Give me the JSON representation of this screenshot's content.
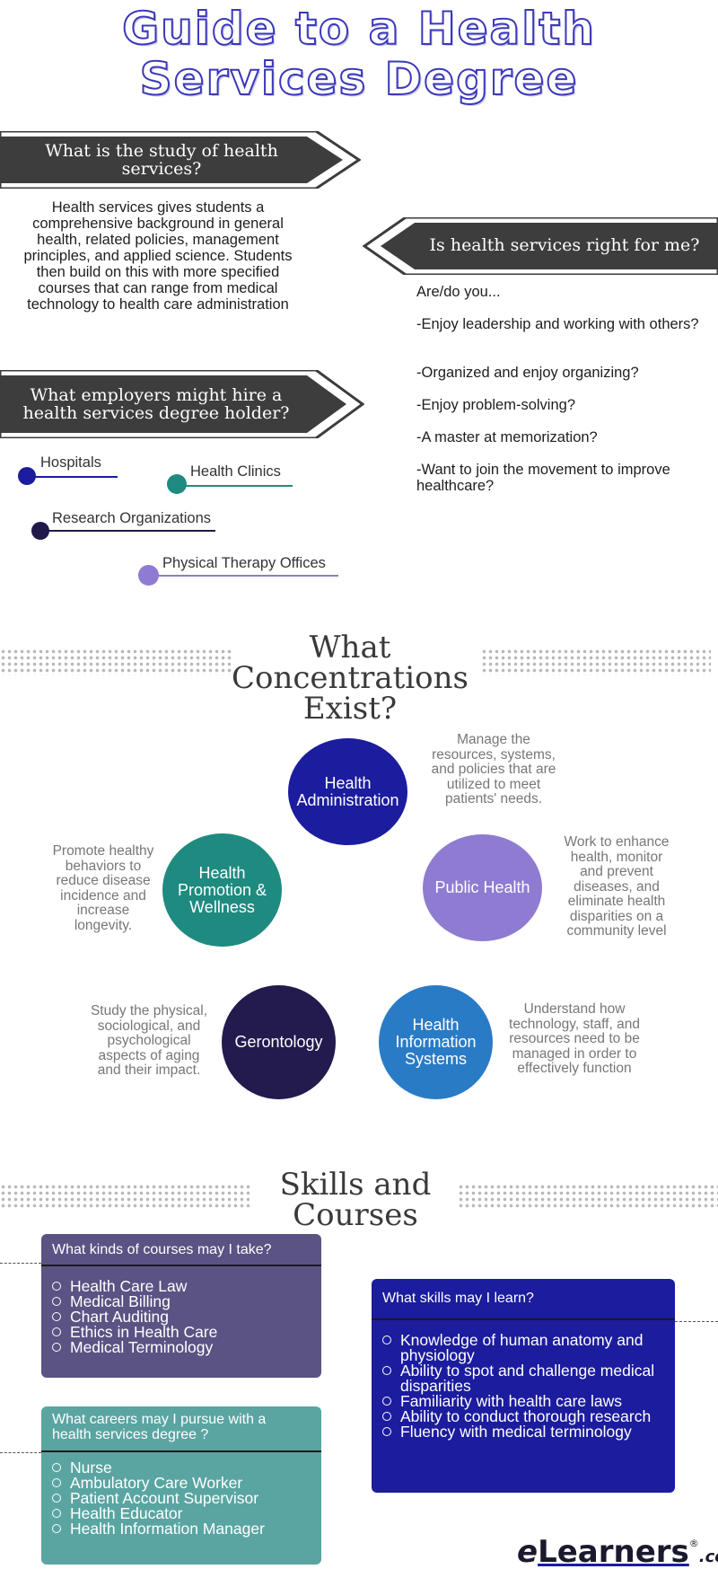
{
  "title": {
    "line1": "Guide to a Health",
    "line2": "Services Degree"
  },
  "study": {
    "banner_line1": "What is the study of health",
    "banner_line2": "services?",
    "para_lines": [
      "Health services gives students a",
      "comprehensive background in general",
      "health, related policies, management",
      "principles, and applied science. Students",
      "then build on this with more specified",
      "courses that can range from medical",
      "technology to health care administration"
    ]
  },
  "right_for_me": {
    "banner": "Is health services right for me?",
    "items": [
      "Are/do you...",
      "-Enjoy leadership and working with others?",
      "-Organized and enjoy organizing?",
      "-Enjoy problem-solving?",
      "-A master at memorization?",
      "-Want to join the movement to improve healthcare?"
    ]
  },
  "employers": {
    "banner_line1": "What employers might hire a",
    "banner_line2": "health services degree holder?",
    "items": [
      {
        "label": "Hospitals",
        "color": "#1c1c9e"
      },
      {
        "label": "Health Clinics",
        "color": "#1f8a80"
      },
      {
        "label": "Research Organizations",
        "color": "#1f1a4a"
      },
      {
        "label": "Physical Therapy Offices",
        "color": "#8f7bd1"
      }
    ]
  },
  "concentrations": {
    "heading_lines": [
      "What",
      "Concentrations",
      "Exist?"
    ],
    "items": [
      {
        "name_lines": [
          "Health",
          "Administration"
        ],
        "color": "#1c1c9e",
        "desc_lines": [
          "Manage the",
          "resources, systems,",
          "and policies that are",
          "utilized to meet",
          "patients' needs."
        ]
      },
      {
        "name_lines": [
          "Public Health"
        ],
        "color": "#8f7bd1",
        "desc_lines": [
          "Work to enhance",
          "health, monitor",
          "and prevent",
          "diseases, and",
          "eliminate health",
          "disparities on a",
          "community level"
        ]
      },
      {
        "name_lines": [
          "Health",
          "Promotion &",
          "Wellness"
        ],
        "color": "#1f8a80",
        "desc_lines": [
          "Promote healthy",
          "behaviors to",
          "reduce disease",
          "incidence and",
          "increase",
          "longevity."
        ]
      },
      {
        "name_lines": [
          "Gerontology"
        ],
        "color": "#231a4e",
        "desc_lines": [
          "Study the physical,",
          "sociological, and",
          "psychological",
          "aspects of aging",
          "and their impact."
        ]
      },
      {
        "name_lines": [
          "Health",
          "Information",
          "Systems"
        ],
        "color": "#2a7bc6",
        "desc_lines": [
          "Understand how",
          "technology, staff, and",
          "resources need to be",
          "managed in order to",
          "effectively function"
        ]
      }
    ]
  },
  "skills": {
    "heading_lines": [
      "Skills and",
      "Courses"
    ],
    "courses": {
      "title": "What kinds of courses may I take?",
      "color": "#5b5383",
      "items": [
        "Health Care Law",
        "Medical Billing",
        "Chart Auditing",
        "Ethics in Health Care",
        "Medical Terminology"
      ]
    },
    "careers": {
      "title_lines": [
        "What careers may I pursue with a",
        "health services degree ?"
      ],
      "color": "#5aa5a2",
      "items": [
        "Nurse",
        "Ambulatory Care Worker",
        "Patient Account Supervisor",
        "Health Educator",
        "Health Information Manager"
      ]
    },
    "learn": {
      "title": "What skills may I learn?",
      "color": "#1c1c9e",
      "items": [
        [
          "Knowledge of human anatomy and",
          "physiology"
        ],
        [
          "Ability to spot and challenge medical",
          "disparities"
        ],
        [
          "Familiarity with health care laws"
        ],
        [
          "Ability to conduct thorough research"
        ],
        [
          "Fluency with medical terminology"
        ]
      ]
    }
  },
  "logo": {
    "prefix": "e",
    "name": "Learners",
    "reg": "®",
    "suffix": ".com"
  }
}
